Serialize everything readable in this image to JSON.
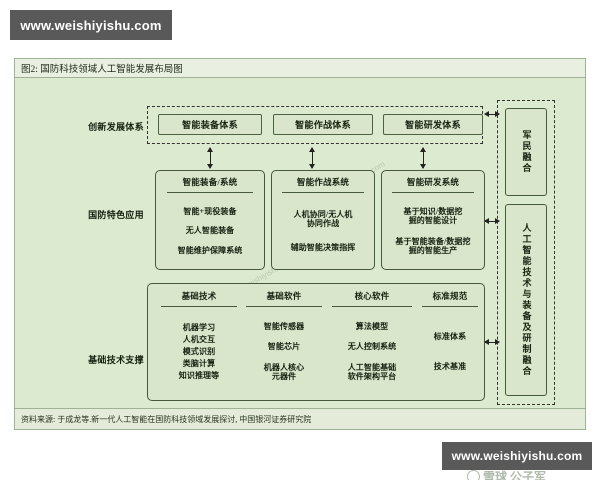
{
  "watermarks": {
    "top_bar": "www.weishiyishu.com",
    "bottom_bar": "www.weishiyishu.com",
    "logo_text": "雪球 公子军",
    "diagonal": "www.weishiyishu.com"
  },
  "figure": {
    "title": "图2: 国防科技领域人工智能发展布局图",
    "source": "资料来源: 于成龙等.新一代人工智能在国防科技领域发展探讨,  中国银河证券研究院"
  },
  "row_labels": {
    "innovation": "创新发展体系",
    "defense": "国防特色应用",
    "base": "基础技术支撑"
  },
  "top_row": [
    {
      "label": "智能装备体系"
    },
    {
      "label": "智能作战体系"
    },
    {
      "label": "智能研发体系"
    }
  ],
  "middle_row": [
    {
      "title": "智能装备/系统",
      "items": [
        "智能+现役装备",
        "无人智能装备",
        "智能维护保障系统"
      ]
    },
    {
      "title": "智能作战系统",
      "items": [
        "人机协同/无人机\n协同作战",
        "辅助智能决策指挥"
      ]
    },
    {
      "title": "智能研发系统",
      "items": [
        "基于知识/数据挖\n掘的智能设计",
        "基于智能装备/数据挖\n掘的智能生产"
      ]
    }
  ],
  "bottom_row": [
    {
      "title": "基础技术",
      "items": [
        "机器学习",
        "人机交互",
        "模式识别",
        "类脑计算",
        "知识推理等"
      ]
    },
    {
      "title": "基础软件",
      "items": [
        "智能传感器",
        "智能芯片",
        "机器人核心\n元器件"
      ]
    },
    {
      "title": "核心软件",
      "items": [
        "算法模型",
        "无人控制系统",
        "人工智能基础\n软件架构平台"
      ]
    },
    {
      "title": "标准规范",
      "items": [
        "标准体系",
        "技术基准"
      ]
    }
  ],
  "right_column": [
    {
      "label": "军民融合"
    },
    {
      "label": "人工智能技术与装备及研制融合"
    }
  ],
  "colors": {
    "figure_bg": "#dcead0",
    "header_bg": "#e9efe1",
    "border": "#45593a",
    "watermark_bar": "#595959"
  }
}
